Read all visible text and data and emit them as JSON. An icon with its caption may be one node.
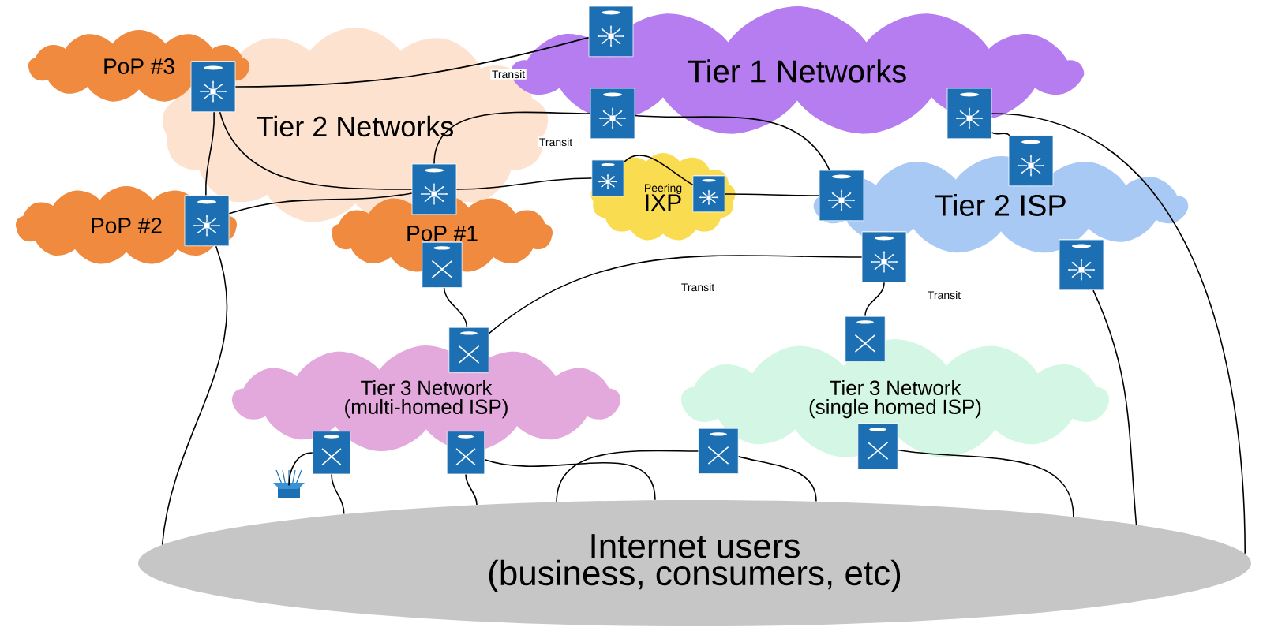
{
  "diagram": {
    "nodes": [
      {
        "text": [
          "PoP #3"
        ]
      },
      {
        "text": [
          "Tier 2 Networks"
        ]
      },
      {
        "text": [
          "Tier 1 Networks"
        ]
      },
      {
        "text": [
          "PoP #2"
        ]
      },
      {
        "text": [
          "PoP #1"
        ]
      },
      {
        "text": [
          "Peering",
          "IXP"
        ]
      },
      {
        "text": [
          "Tier 2 ISP"
        ]
      },
      {
        "text": [
          "Tier 3 Network (multi-homed ISP)"
        ]
      },
      {
        "text": [
          "Tier 3 Network (single homed ISP)"
        ]
      },
      {
        "text": [
          "Internet users",
          "(business, consumers, etc)"
        ]
      },
      {
        "text": [],
        "shape": "cylinder",
        "in": 2
      },
      {
        "text": [],
        "shape": "cylinder",
        "in": 1
      },
      {
        "text": [],
        "shape": "cylinder",
        "in": 2
      },
      {
        "text": [],
        "shape": "cylinder",
        "in": 2
      },
      {
        "text": [],
        "shape": "cylinder",
        "in": 5
      },
      {
        "text": [],
        "shape": "cylinder",
        "in": 5
      },
      {
        "text": [],
        "shape": "cylinder",
        "in": 1
      },
      {
        "text": [],
        "shape": "cylinder"
      },
      {
        "text": [],
        "shape": "cylinder",
        "in": 3
      },
      {
        "text": [],
        "shape": "cylinder",
        "in": 6
      },
      {
        "text": [],
        "shape": "cylinder"
      },
      {
        "text": [],
        "shape": "cylinder"
      },
      {
        "text": [],
        "shape": "cylinder"
      },
      {
        "text": [],
        "shape": "cylinder",
        "in": 7
      },
      {
        "text": [],
        "shape": "cylinder",
        "in": 8
      },
      {
        "text": [],
        "shape": "cylinder",
        "in": 7
      },
      {
        "text": [],
        "shape": "cylinder",
        "in": 7
      },
      {
        "text": [],
        "shape": "cylinder",
        "in": 8
      },
      {
        "text": [],
        "shape": "cylinder",
        "in": 8
      },
      {
        "text": [],
        "shape": "antenna"
      }
    ],
    "edges": [
      {
        "from": 11,
        "to": 10,
        "arrow": "none",
        "label": "Transit"
      },
      {
        "from": 11,
        "to": 18,
        "arrow": "none"
      },
      {
        "from": 11,
        "to": 16,
        "arrow": "none"
      },
      {
        "from": 18,
        "to": 16,
        "arrow": "none"
      },
      {
        "from": 16,
        "to": 12,
        "arrow": "none",
        "label": "Transit"
      },
      {
        "from": 16,
        "to": 14,
        "arrow": "none"
      },
      {
        "from": 14,
        "to": 15,
        "arrow": "none"
      },
      {
        "from": 12,
        "to": 19,
        "arrow": "none"
      },
      {
        "from": 15,
        "to": 19,
        "arrow": "none"
      },
      {
        "from": 13,
        "to": 17,
        "arrow": "none"
      },
      {
        "from": 13,
        "to": 9,
        "arrow": "none"
      },
      {
        "from": 20,
        "to": 23,
        "arrow": "none",
        "label": "Transit"
      },
      {
        "from": 20,
        "to": 24,
        "arrow": "none",
        "label": "Transit"
      },
      {
        "from": 22,
        "to": 23,
        "arrow": "none"
      },
      {
        "from": 18,
        "to": 9,
        "arrow": "none"
      },
      {
        "from": 21,
        "to": 9,
        "arrow": "none"
      },
      {
        "from": 25,
        "to": 29,
        "arrow": "none"
      },
      {
        "from": 25,
        "to": 9,
        "arrow": "none"
      },
      {
        "from": 26,
        "to": 9,
        "arrow": "none"
      },
      {
        "from": 26,
        "to": 9,
        "arrow": "none"
      },
      {
        "from": 27,
        "to": 9,
        "arrow": "none"
      },
      {
        "from": 27,
        "to": 9,
        "arrow": "none"
      },
      {
        "from": 28,
        "to": 9,
        "arrow": "none"
      }
    ]
  }
}
